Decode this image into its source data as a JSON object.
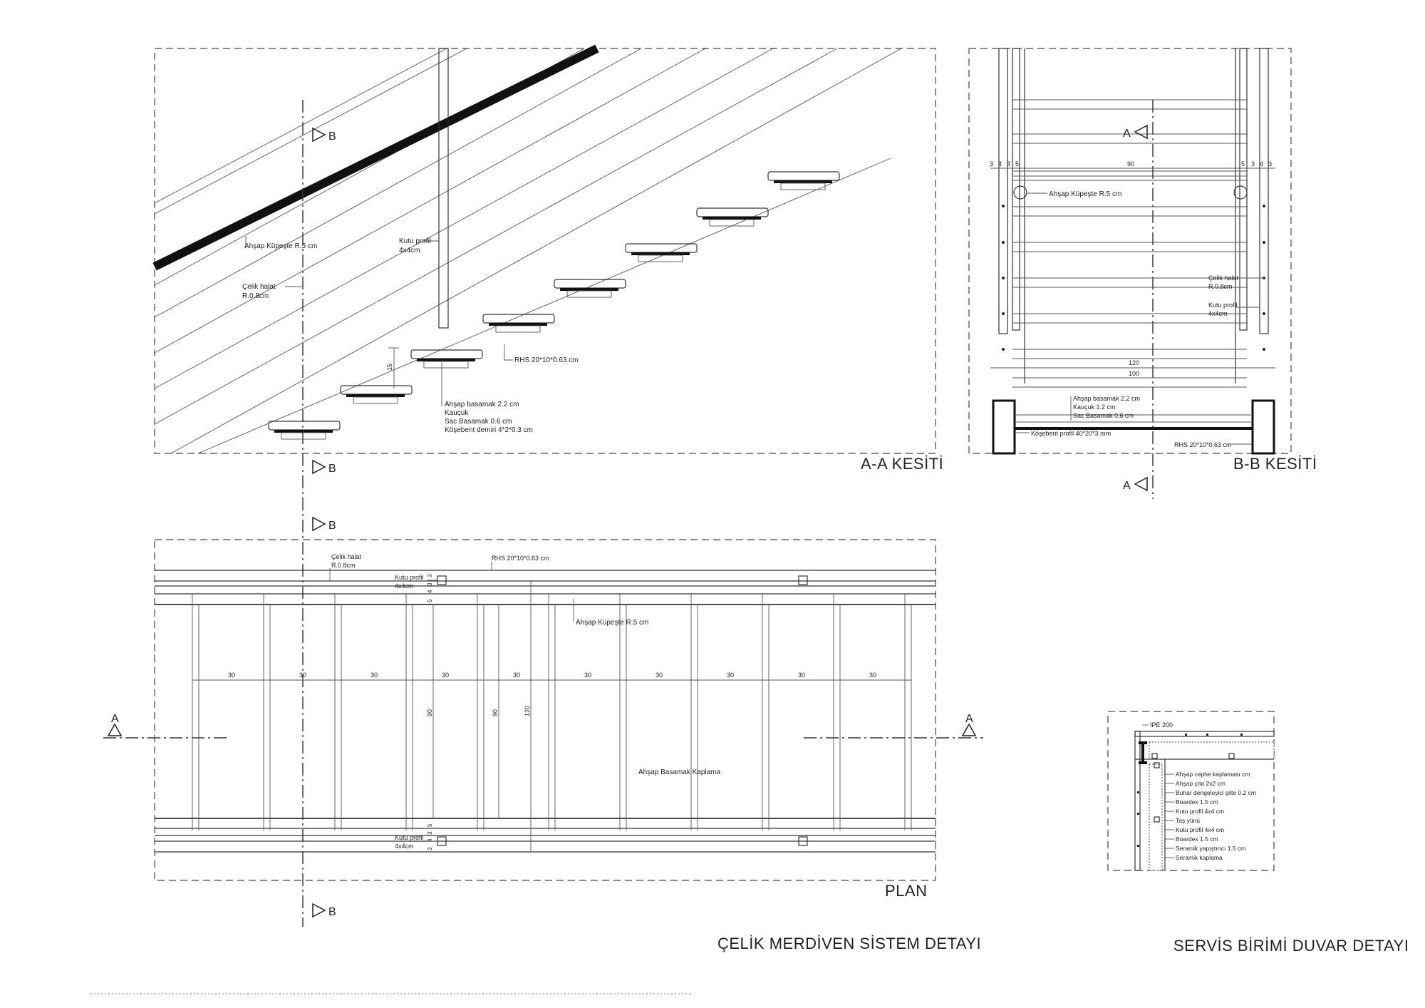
{
  "section_aa": {
    "title": "A-A KESİTİ",
    "marker_b": "B",
    "labels": {
      "kupeste": "Ahşap Küpeşte R.5 cm",
      "halat_1": "Çelik halat",
      "halat_2": "R.0.8cm",
      "kutu_1": "Kutu profil",
      "kutu_2": "4x4cm",
      "rhs": "RHS 20*10*0.63 cm",
      "step_1": "Ahşap basamak 2.2 cm",
      "step_2": "Kauçuk",
      "step_3": "Sac Basamak 0.6 cm",
      "step_4": "Köşebent demiri 4*2*0.3 cm",
      "dim_15": "15"
    }
  },
  "section_bb": {
    "title": "B-B KESİTİ",
    "marker_a": "A",
    "dims_top": [
      "3",
      "4",
      "3",
      "5",
      "90",
      "5",
      "3",
      "4",
      "3"
    ],
    "dim_120": "120",
    "dim_100": "100",
    "labels": {
      "kupeste": "Ahşap Küpeşte R.5 cm",
      "halat_1": "Çelik halat",
      "halat_2": "R.0.8cm",
      "kutu_1": "Kutu profil",
      "kutu_2": "4x4cm",
      "step_1": "Ahşap basamak 2.2 cm",
      "step_2": "Kauçuk 1.2 cm",
      "step_3": "Sac Basamak 0.6 cm",
      "kosebent": "Köşebent profil 40*20*3 mm",
      "rhs": "RHS 20*10*0.63 cm"
    }
  },
  "plan": {
    "title": "PLAN",
    "marker_a": "A",
    "marker_b": "B",
    "spacing_dims": [
      "30",
      "30",
      "30",
      "30",
      "30",
      "30",
      "30",
      "30",
      "30",
      "30"
    ],
    "dim_90a": "90",
    "dim_90b": "90",
    "dim_120": "120",
    "small_dims_top": [
      "3",
      "3",
      "4",
      "5"
    ],
    "small_dims_bot": [
      "5",
      "3",
      "4",
      "3"
    ],
    "labels": {
      "halat_1": "Çelik halat",
      "halat_2": "R.0.8cm",
      "rhs": "RHS 20*10*0.63 cm",
      "kutu_1": "Kutu profil",
      "kutu_2": "4x4cm",
      "kupeste": "Ahşap Küpeşte R.5 cm",
      "kaplama": "Ahşap Basamak Kaplama",
      "kutu_b1": "Kutu profil",
      "kutu_b2": "4x4cm"
    }
  },
  "wall_detail": {
    "ipe": "IPE 200",
    "layers": [
      "Ahşap cephe kaplaması cm",
      "Ahşap çıta 2x2 cm",
      "Buhar dengeleyici şilte 0.2 cm",
      "Boardex 1.5 cm",
      "Kutu profil 4x4 cm",
      "Taş yünü",
      "Kutu profil 4x4 cm",
      "Boardex 1.5 cm",
      "Seramik yapıştırıcı 1.5 cm",
      "Seramik kaplama"
    ]
  },
  "captions": {
    "stair": "ÇELİK MERDİVEN SİSTEM DETAYI",
    "wall": "SERVİS BİRİMİ DUVAR DETAYI"
  }
}
